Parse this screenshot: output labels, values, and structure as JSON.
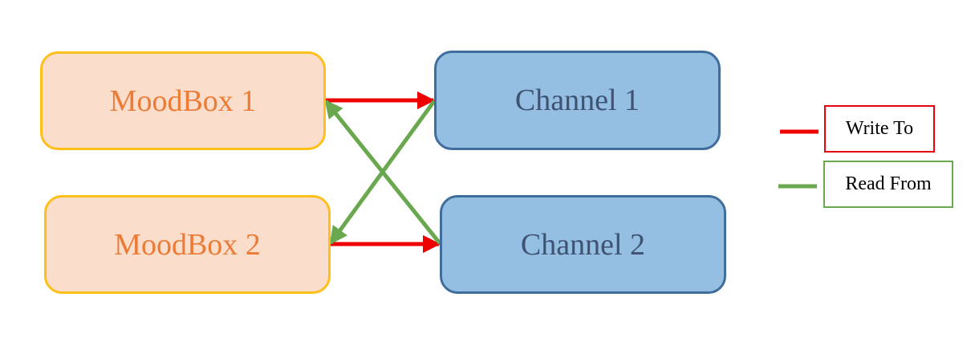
{
  "nodes": {
    "moodbox1": "MoodBox 1",
    "moodbox2": "MoodBox 2",
    "channel1": "Channel 1",
    "channel2": "Channel 2"
  },
  "legend": {
    "write_label": "Write To",
    "read_label": "Read From"
  },
  "colors": {
    "write": "#ee0000",
    "read": "#6aa84f"
  }
}
